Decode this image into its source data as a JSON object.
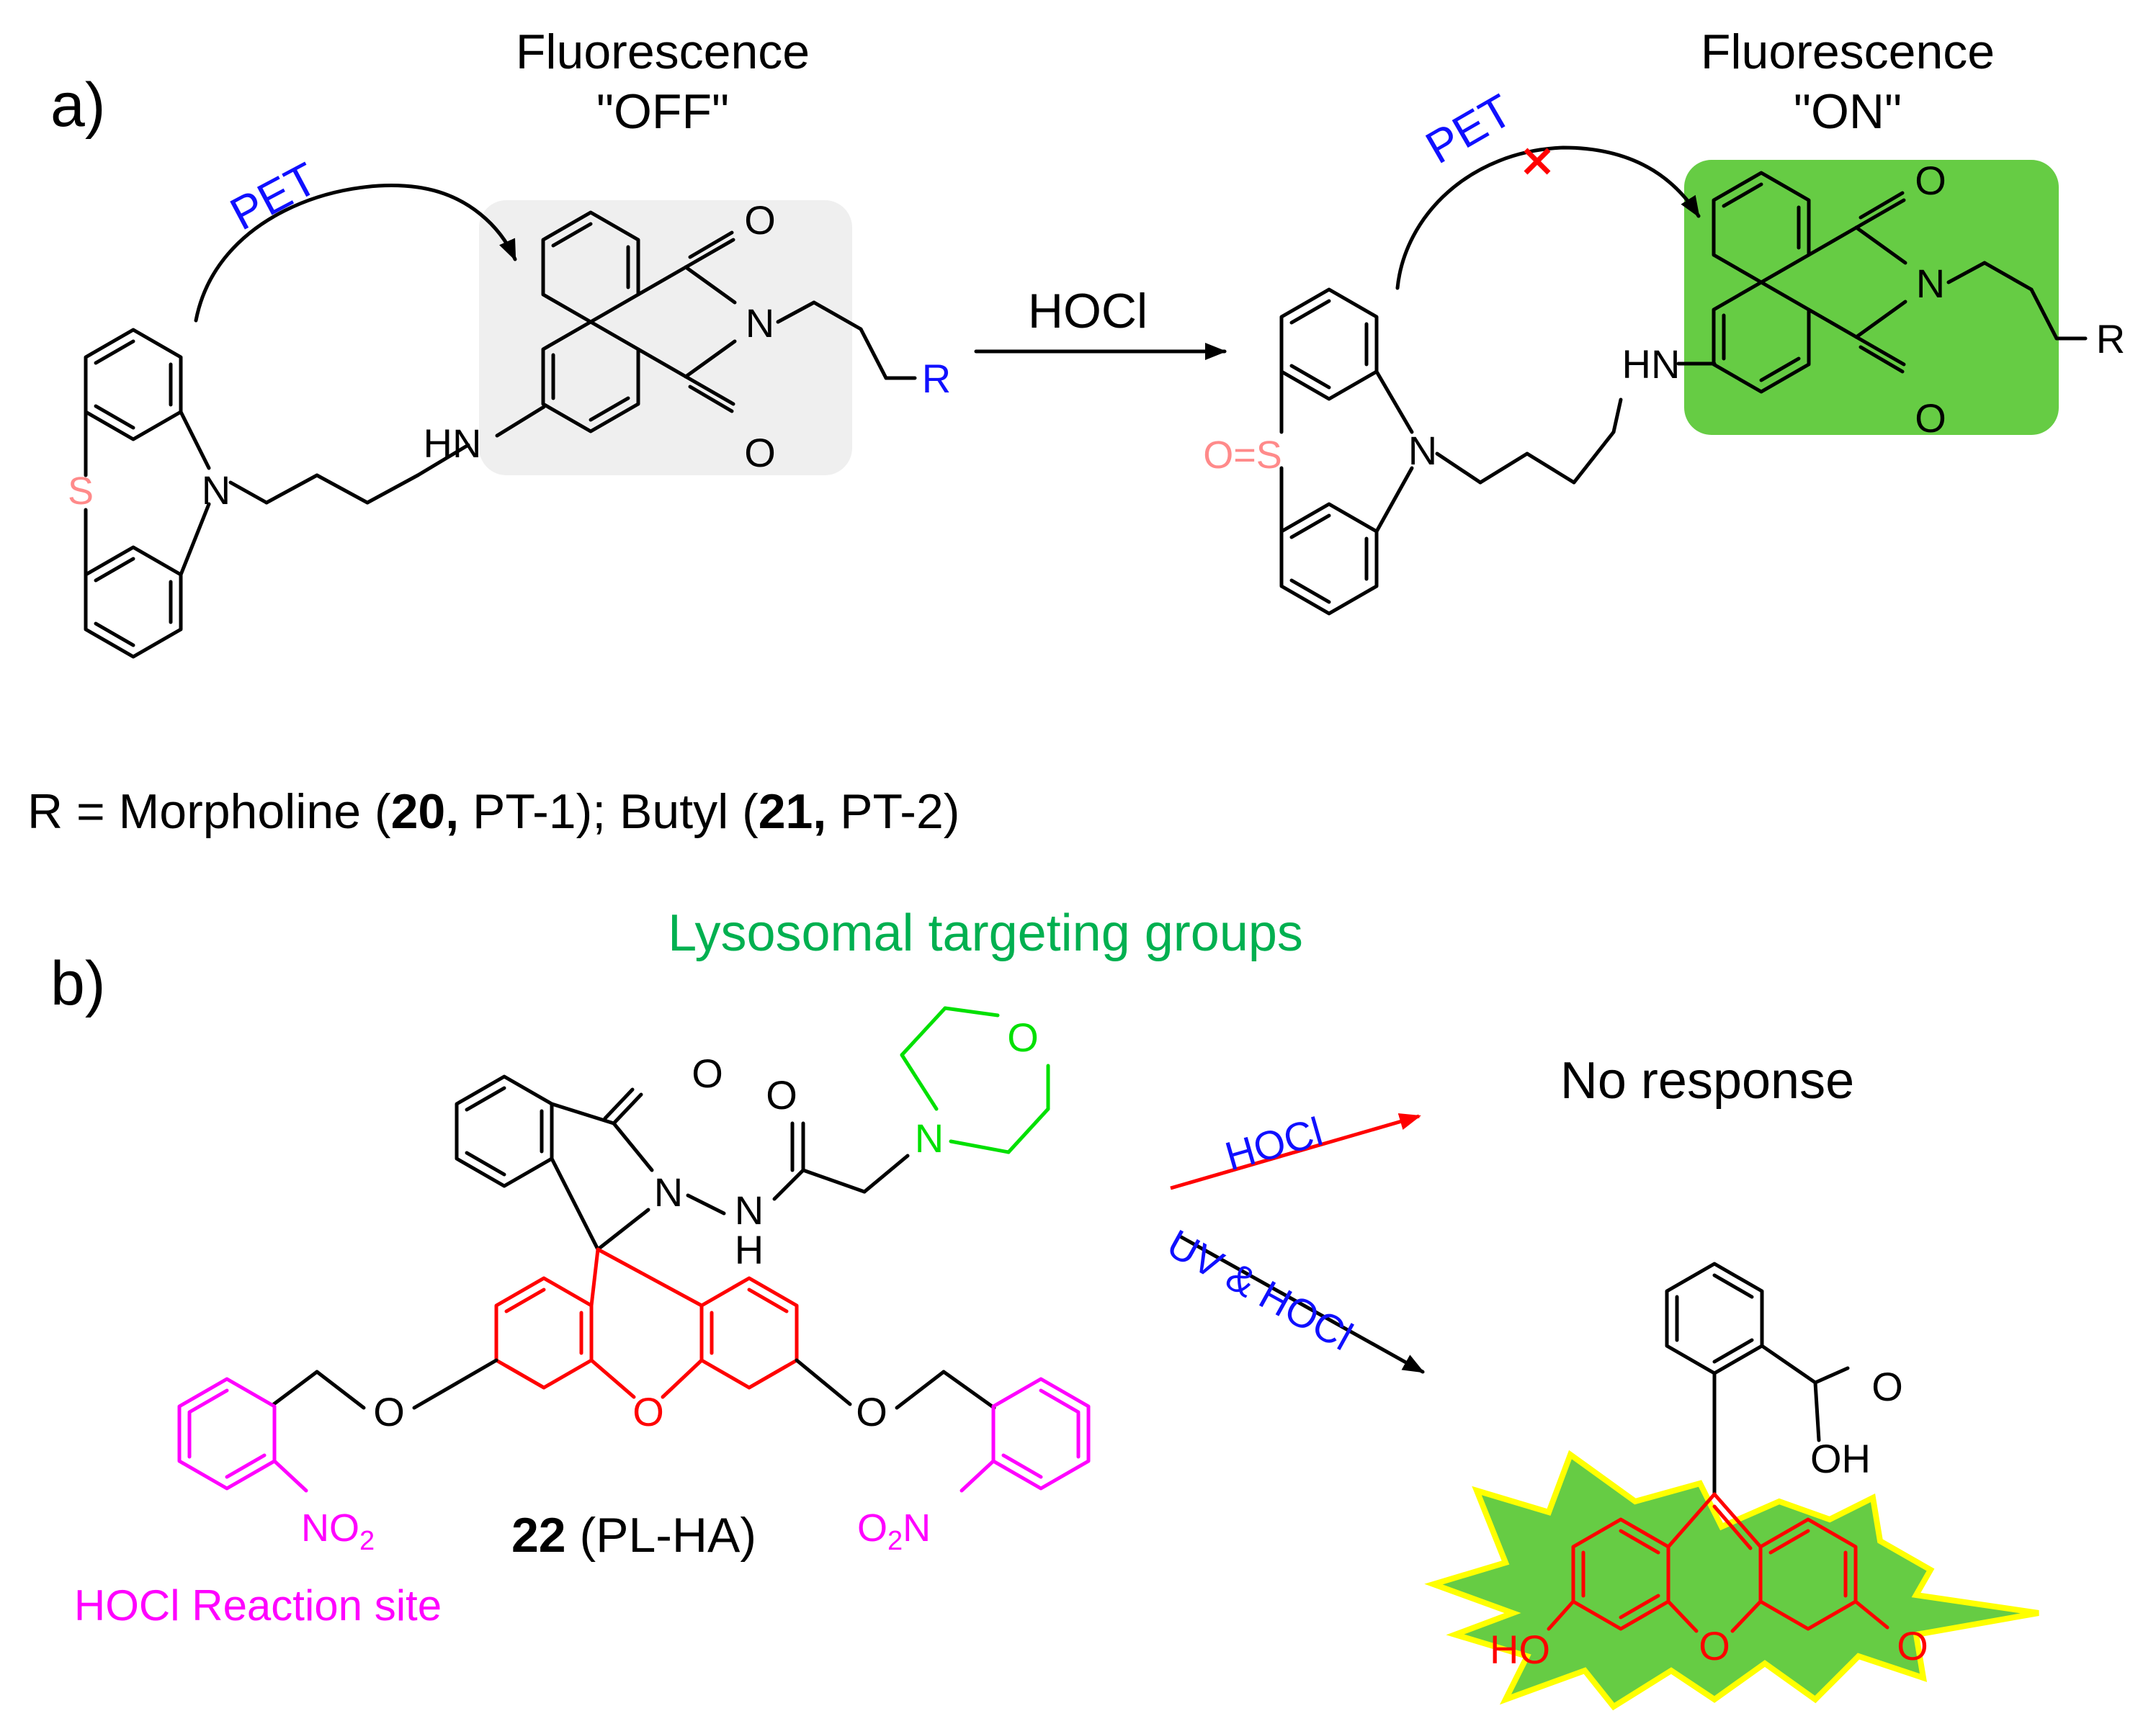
{
  "panel_a": {
    "label": "a)",
    "off_title": "Fluorescence",
    "off_state": "\"OFF\"",
    "on_title": "Fluorescence",
    "on_state": "\"ON\"",
    "pet_left": "PET",
    "pet_right": "PET",
    "reagent": "HOCl",
    "atoms": {
      "o_top_left": "O",
      "n_imide_left": "N",
      "o_bottom_left": "O",
      "hn_left": "HN",
      "r_left": "R",
      "s_left": "S",
      "n_ptz_left": "N",
      "o_top_right": "O",
      "n_imide_right": "N",
      "o_bottom_right": "O",
      "hn_right": "HN",
      "r_right": "R",
      "os_right": "O=S",
      "n_ptz_right": "N"
    },
    "r_def_prefix": "R = Morpholine (",
    "r_def_num1": "20,",
    "r_def_mid": " PT-1); Butyl (",
    "r_def_num2": "21,",
    "r_def_suffix": " PT-2)"
  },
  "panel_b": {
    "label": "b)",
    "lysosomal": "Lysosomal targeting groups",
    "no_response": "No response",
    "arrow_top_label": "HOCl",
    "arrow_bottom_label": "UV & HOCl",
    "compound_num": "22",
    "compound_name": " (PL-HA)",
    "reaction_site": "HOCl Reaction site",
    "atoms": {
      "o_lactam": "O",
      "o_amide": "O",
      "o_morph": "O",
      "n_morph": "N",
      "n_lactam": "N",
      "nh_n": "N",
      "nh_h": "H",
      "o_ether_left": "O",
      "o_xanthene": "O",
      "o_ether_right": "O",
      "no2_left": "NO",
      "no2_left_sub": "2",
      "no2_right_o": "O",
      "no2_right_sub": "2",
      "no2_right_n": "N",
      "o_acid": "O",
      "oh_acid": "OH",
      "ho_product": "HO",
      "o_ring_product": "O",
      "o_keto_product": "O"
    }
  },
  "colors": {
    "pet": "#1010ff",
    "r_group": "#1010ff",
    "sulfur": "#ff8a8a",
    "cross": "#ff0000",
    "off_box": "#efefef",
    "on_box": "#66cc44",
    "lysosomal": "#00b050",
    "reaction_site": "#ff00ff",
    "xanthene": "#ff0000",
    "morpholine": "#00e000",
    "burst_fill": "#66cc44",
    "burst_stroke": "#ffff00"
  }
}
